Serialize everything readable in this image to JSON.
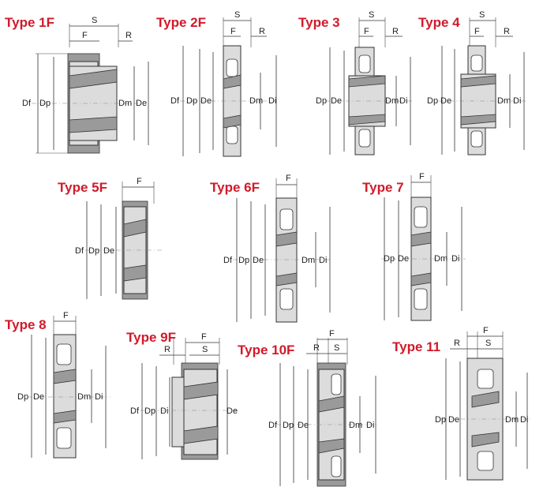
{
  "types": [
    {
      "title": "Type 1F",
      "labels": {
        "S": "S",
        "F": "F",
        "R": "R",
        "Df": "Df",
        "Dp": "Dp",
        "Dm": "Dm",
        "De": "De"
      }
    },
    {
      "title": "Type 2F",
      "labels": {
        "S": "S",
        "F": "F",
        "R": "R",
        "Df": "Df",
        "Dp": "Dp",
        "De": "De",
        "Dm": "Dm",
        "Di": "Di"
      }
    },
    {
      "title": "Type 3",
      "labels": {
        "S": "S",
        "F": "F",
        "R": "R",
        "Dp": "Dp",
        "De": "De",
        "Dm": "Dm",
        "Di": "Di"
      }
    },
    {
      "title": "Type 4",
      "labels": {
        "S": "S",
        "F": "F",
        "R": "R",
        "Dp": "Dp",
        "De": "De",
        "Dm": "Dm",
        "Di": "Di"
      }
    },
    {
      "title": "Type 5F",
      "labels": {
        "F": "F",
        "Df": "Df",
        "Dp": "Dp",
        "De": "De"
      }
    },
    {
      "title": "Type 6F",
      "labels": {
        "F": "F",
        "Df": "Df",
        "Dp": "Dp",
        "De": "De",
        "Dm": "Dm",
        "Di": "Di"
      }
    },
    {
      "title": "Type 7",
      "labels": {
        "F": "F",
        "Dp": "Dp",
        "De": "De",
        "Dm": "Dm",
        "Di": "Di"
      }
    },
    {
      "title": "Type 8",
      "labels": {
        "F": "F",
        "Dp": "Dp",
        "De": "De",
        "Dm": "Dm",
        "Di": "Di"
      }
    },
    {
      "title": "Type 9F",
      "labels": {
        "R": "R",
        "F": "F",
        "S": "S",
        "Df": "Df",
        "Dp": "Dp",
        "Di": "Di",
        "De": "De"
      }
    },
    {
      "title": "Type 10F",
      "labels": {
        "R": "R",
        "F": "F",
        "S": "S",
        "Df": "Df",
        "Dp": "Dp",
        "De": "De",
        "Dm": "Dm",
        "Di": "Di"
      }
    },
    {
      "title": "Type 11",
      "labels": {
        "R": "R",
        "F": "F",
        "S": "S",
        "Dp": "Dp",
        "De": "De",
        "Dm": "Dm",
        "Di": "Di"
      }
    }
  ],
  "colors": {
    "title": "#d11a2a",
    "body": "#dcdcdc",
    "belt": "#9a9a9a",
    "line": "#333333"
  }
}
